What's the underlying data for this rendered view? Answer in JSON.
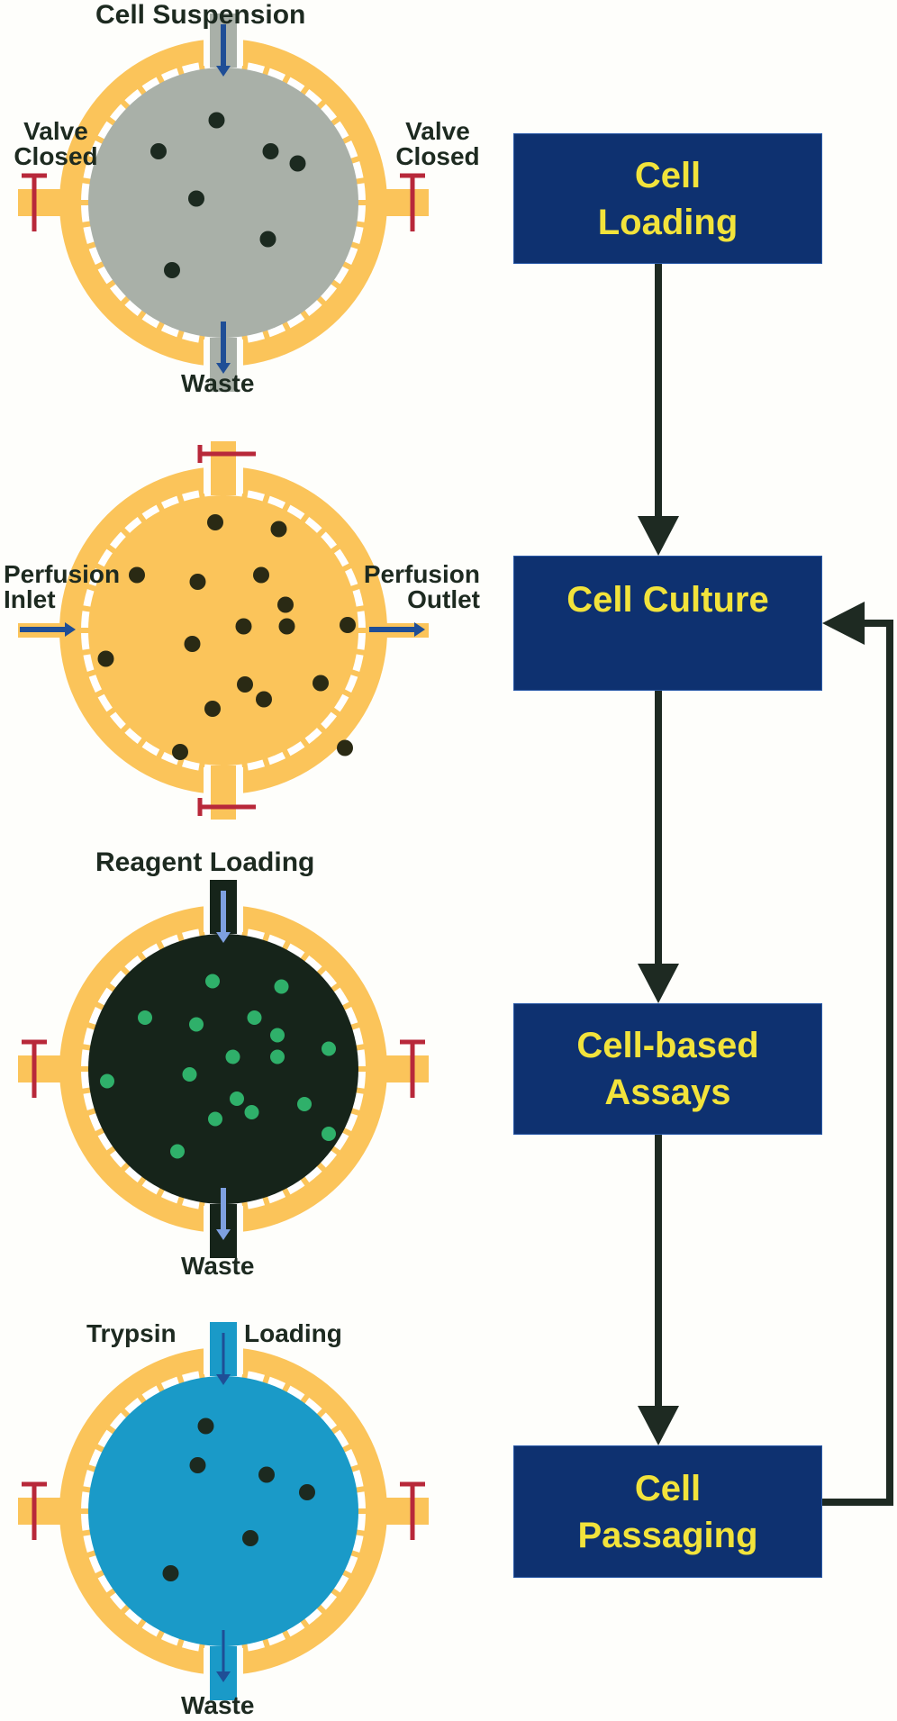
{
  "figure": {
    "description": "Microfluidic cell culture chamber workflow",
    "colors": {
      "ring": "#fbc45a",
      "valve": "#b8283a",
      "label_text": "#1d2a20",
      "box_fill": "#0e3170",
      "box_text": "#f2e33b",
      "connector": "#1e2a22",
      "arrow_blue": "#1f4e96",
      "arrow_light_blue": "#7ea0e0"
    }
  },
  "chambers": [
    {
      "id": "cell-loading",
      "fill": "#a9b0a8",
      "cell_color": "#1c2a20",
      "cell_count": 7,
      "top_label": "Cell Suspension",
      "bottom_label": "Waste",
      "left_label": [
        "Valve",
        "Closed"
      ],
      "right_label": [
        "Valve",
        "Closed"
      ],
      "flow": "vertical",
      "valves": "sides-closed"
    },
    {
      "id": "cell-culture",
      "fill": "#fbc45a",
      "cell_color": "#2a2a14",
      "cell_count": 17,
      "left_label": [
        "Perfusion",
        "Inlet"
      ],
      "right_label": [
        "Perfusion",
        "Outlet"
      ],
      "flow": "horizontal",
      "valves": "top-bottom-closed"
    },
    {
      "id": "cell-assays",
      "fill": "#16241a",
      "cell_color": "#2fb06a",
      "cell_count": 17,
      "top_label": "Reagent Loading",
      "bottom_label": "Waste",
      "flow": "vertical",
      "valves": "sides-closed"
    },
    {
      "id": "cell-passaging",
      "fill": "#1a9ac8",
      "cell_color": "#1c2a20",
      "cell_count": 6,
      "top_label_left": "Trypsin",
      "top_label_right": "Loading",
      "bottom_label": "Waste",
      "flow": "vertical",
      "valves": "sides-closed"
    }
  ],
  "flowchart": {
    "steps": [
      {
        "lines": [
          "Cell",
          "Loading"
        ]
      },
      {
        "lines": [
          "Cell Culture"
        ]
      },
      {
        "lines": [
          "Cell-based",
          "Assays"
        ]
      },
      {
        "lines": [
          "Cell",
          "Passaging"
        ]
      }
    ],
    "feedback": {
      "from": "Cell Passaging",
      "to": "Cell Culture"
    }
  }
}
